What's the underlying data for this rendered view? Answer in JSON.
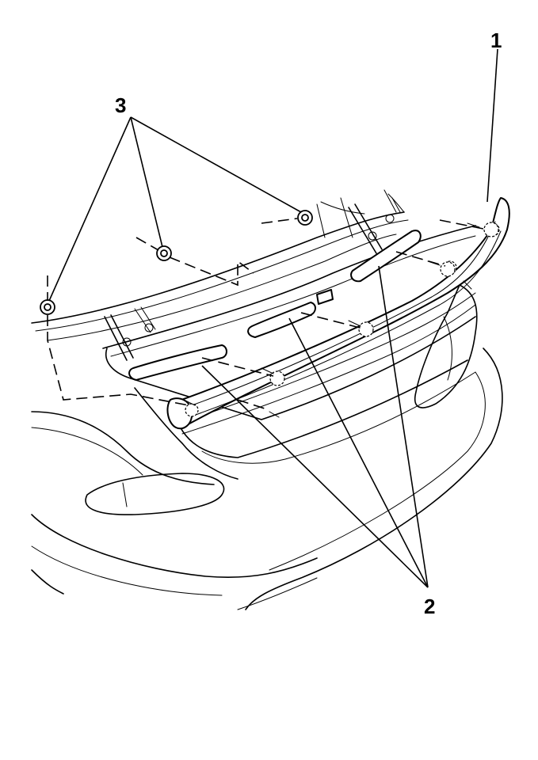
{
  "figure": {
    "callouts": [
      {
        "id": "callout-1",
        "text": "1"
      },
      {
        "id": "callout-2",
        "text": "2"
      },
      {
        "id": "callout-3",
        "text": "3"
      }
    ]
  }
}
